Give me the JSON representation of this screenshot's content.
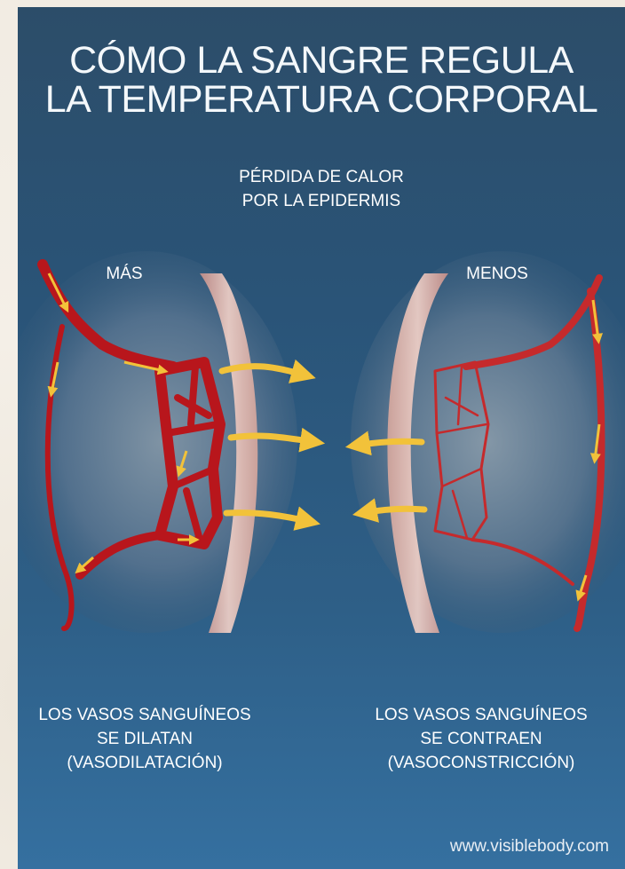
{
  "title": {
    "line1": "CÓMO LA SANGRE REGULA",
    "line2": "LA TEMPERATURA CORPORAL"
  },
  "heat_loss": {
    "line1": "PÉRDIDA DE CALOR",
    "line2": "POR LA EPIDERMIS"
  },
  "left_panel": {
    "label": "MÁS",
    "caption": [
      "LOS VASOS SANGUÍNEOS",
      "SE DILATAN",
      "(VASODILATACIÓN)"
    ]
  },
  "right_panel": {
    "label": "MENOS",
    "caption": [
      "LOS VASOS SANGUÍNEOS",
      "SE CONTRAEN",
      "(VASOCONSTRICCIÓN)"
    ]
  },
  "footer": "www.visiblebody.com",
  "colors": {
    "background": "#2c5173",
    "vessel": "#b8161c",
    "arrow": "#f2c23a",
    "skin": "#e8b4a8"
  }
}
